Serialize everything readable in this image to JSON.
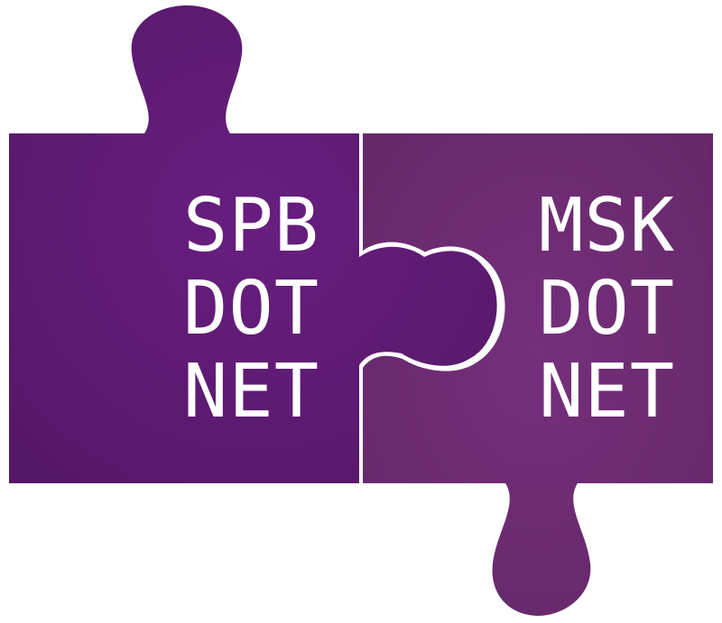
{
  "colors": {
    "left_piece": "#5c1a72",
    "right_piece": "#6b2a71",
    "outline": "#ffffff",
    "text": "#ffffff"
  },
  "left_piece": {
    "lines": [
      "SPB",
      "DOT",
      "NET"
    ]
  },
  "right_piece": {
    "lines": [
      "MSK",
      "DOT",
      "NET"
    ]
  }
}
